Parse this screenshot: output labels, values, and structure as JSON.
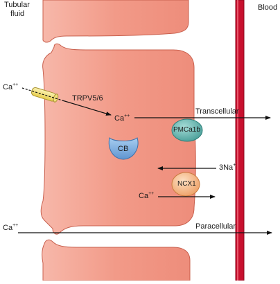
{
  "labels": {
    "tubular_fluid_line1": "Tubular",
    "tubular_fluid_line2": "fluid",
    "blood": "Blood",
    "ca_apical": "Ca",
    "ca_apical_charge": "++",
    "channel": "TRPV5/6",
    "ca_cytosol": "Ca",
    "ca_cytosol_charge": "++",
    "transcellular": "Transcellular",
    "pump": "PMCa1b",
    "calbindin": "CB",
    "sodium": "3Na",
    "sodium_charge": "+",
    "exchanger": "NCX1",
    "ca_basolateral": "Ca",
    "ca_basolateral_charge": "++",
    "ca_paracellular": "Ca",
    "ca_paracellular_charge": "++",
    "paracellular": "Paracellular"
  },
  "colors": {
    "cell_fill": "#f29a88",
    "cell_fill_light": "#f7b8aa",
    "cell_outline": "#c8604e",
    "blood_vessel": "#c8102e",
    "pump_fill": "#5fb6b0",
    "calbindin_fill": "#7fb0e0",
    "exchanger_fill": "#f6b27a",
    "channel_fill": "#f3e27a"
  }
}
